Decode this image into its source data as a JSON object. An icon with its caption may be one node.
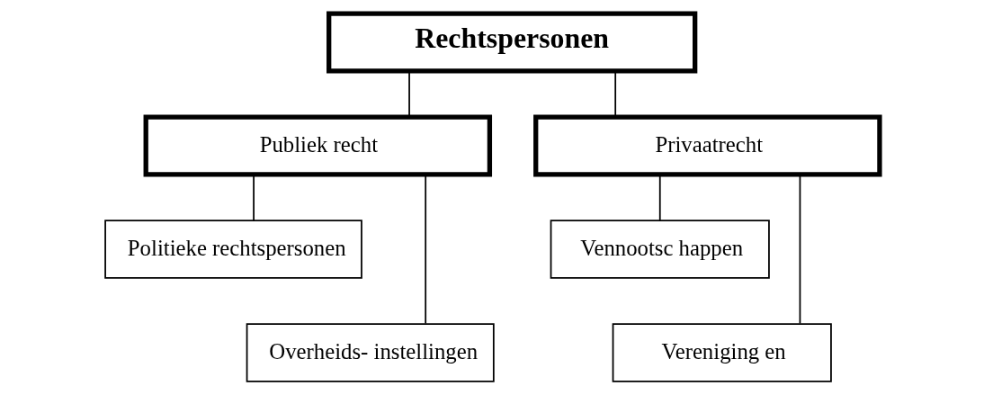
{
  "diagram": {
    "nodes": [
      {
        "text": [
          "Rechtspersonen"
        ]
      },
      {
        "text": [
          "Publiek recht"
        ]
      },
      {
        "text": [
          "Privaatrecht"
        ]
      },
      {
        "text": [
          "Politieke rechtspersonen"
        ]
      },
      {
        "text": [
          "Overheids- instellingen"
        ]
      },
      {
        "text": [
          "Vennootsc happen"
        ]
      },
      {
        "text": [
          "Vereniging en"
        ]
      }
    ],
    "edges": [
      {
        "from": 0,
        "to": 1,
        "arrow": "none"
      },
      {
        "from": 0,
        "to": 2,
        "arrow": "none"
      },
      {
        "from": 1,
        "to": 3,
        "arrow": "none"
      },
      {
        "from": 1,
        "to": 4,
        "arrow": "none"
      },
      {
        "from": 2,
        "to": 5,
        "arrow": "none"
      },
      {
        "from": 2,
        "to": 6,
        "arrow": "none"
      }
    ]
  }
}
